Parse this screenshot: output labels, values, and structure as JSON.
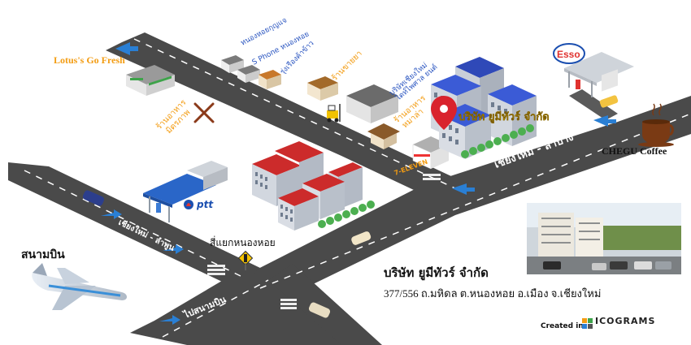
{
  "roads": {
    "main_road_label": "เชียงใหม่ - ลำปาง",
    "lower_road_label": "เชียงใหม่ - ลำพูน",
    "airport_road_label": "ไปสนามบิน",
    "intersection_label": "สี่แยกหนองหอย"
  },
  "landmarks": {
    "lotus": "Lotus's Go Fresh",
    "restaurant_line1": "ร้านอาหาร",
    "restaurant_line2": "มิตรภาพ",
    "nonghoi_market": "หนองหอยกุญแจ",
    "sphone": "S Phone หนองหอย",
    "rung_rueang": "รุ่งเรืองค้าข้าว",
    "pharmacy": "ร้านขายยา",
    "company_chiangmai_line1": "บริษัทเชียงใหม่",
    "company_chiangmai_line2": "ไดท์ไพศาล ยนต์",
    "restaurant_mala_line1": "ร้านอาหาร",
    "restaurant_mala_line2": "หมาล่า",
    "seven_eleven": "7-ELEVEN",
    "esso": "Esso",
    "chegu": "CHEGU Coffee",
    "ptt": "ptt",
    "airport": "สนามบิน"
  },
  "pin": {
    "label": "บริษัท ยูมีทัวร์ จำกัด"
  },
  "address": {
    "company": "บริษัท ยูมีทัวร์ จำกัด",
    "line": "377/556 ถ.มหิดล ต.หนองหอย อ.เมือง จ.เชียงใหม่"
  },
  "credit": {
    "created_in": "Created in",
    "brand": "ICOGRAMS"
  },
  "colors": {
    "road": "#4a4a4a",
    "road_edge": "#6a6a6a",
    "lane_marking": "#ffffff",
    "sign_blue": "#2a7fd4",
    "orange_text": "#f39c12",
    "pin_red": "#d9232d",
    "building_blue": "#3b5bd6",
    "building_red": "#cc2b2b",
    "tree_green": "#4caf50"
  }
}
